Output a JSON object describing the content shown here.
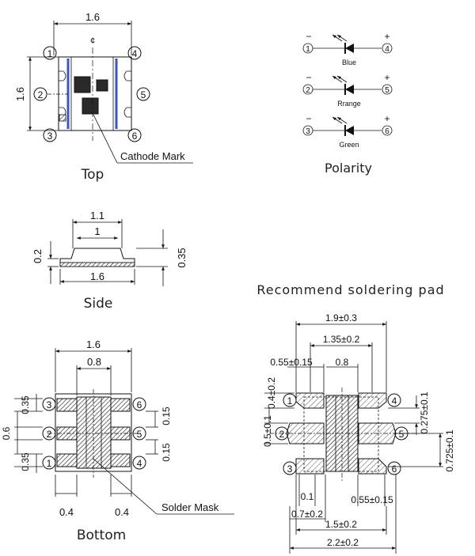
{
  "top": {
    "title": "Top",
    "dim_width": "1.6",
    "dim_height": "1.6",
    "centerline": "¢",
    "pins": [
      "1",
      "2",
      "3",
      "4",
      "5",
      "6"
    ],
    "cathode_mark": "Cathode Mark"
  },
  "polarity": {
    "title": "Polarity",
    "minus": "−",
    "plus": "+",
    "rows": [
      {
        "left_pin": "1",
        "right_pin": "4",
        "label": "Blue"
      },
      {
        "left_pin": "2",
        "right_pin": "5",
        "label": "Rrange"
      },
      {
        "left_pin": "3",
        "right_pin": "6",
        "label": "Green"
      }
    ]
  },
  "side": {
    "title": "Side",
    "dim_top": "1.1",
    "dim_inner": "1",
    "dim_bottom": "1.6",
    "dim_left": "0.2",
    "dim_right": "0.35"
  },
  "bottom": {
    "title": "Bottom",
    "dim_top": "1.6",
    "dim_inner": "0.8",
    "dim_left_top": "0.35",
    "dim_left_mid": "0.6",
    "dim_left_bot": "0.35",
    "dim_right_top": "0.15",
    "dim_right_bot": "0.15",
    "dim_bot_left": "0.4",
    "dim_bot_right": "0.4",
    "pins": [
      "1",
      "2",
      "3",
      "4",
      "5",
      "6"
    ],
    "solder_mask": "Solder Mask"
  },
  "pad": {
    "title": "Recommend soldering pad",
    "dim_1": "1.9±0.3",
    "dim_2": "1.35±0.2",
    "dim_3": "0.55±0.15",
    "dim_4": "0.8",
    "dim_left_1": "0.4±0.2",
    "dim_left_2": "0.5±0.1",
    "dim_right_1": "0.275±0.1",
    "dim_right_2": "0.725±0.1",
    "dim_b1": "0.1",
    "dim_b2": "0.55±0.15",
    "dim_b3": "0.7±0.2",
    "dim_b4": "1.5±0.2",
    "dim_b5": "2.2±0.2",
    "pins": [
      "1",
      "2",
      "3",
      "4",
      "5",
      "6"
    ]
  }
}
